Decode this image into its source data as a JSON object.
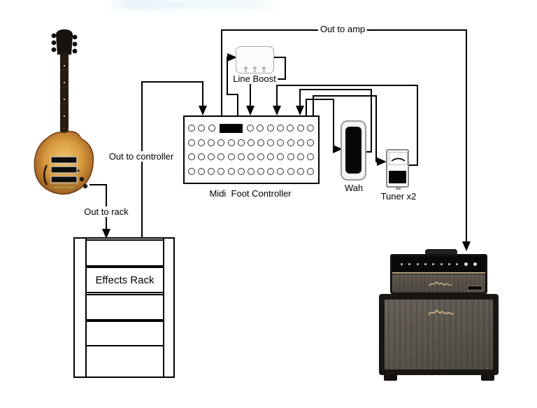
{
  "diagram": {
    "labels": {
      "out_to_amp": "Out to amp",
      "out_to_controller": "Out to controller",
      "out_to_rack": "Out to rack"
    },
    "nodes": {
      "guitar": {
        "kind": "electric-guitar"
      },
      "line_boost": {
        "label": "Line Boost",
        "knob_count": 3
      },
      "midi_controller": {
        "label": "Midi  Foot Controller",
        "rows": [
          {
            "dots_before": 3,
            "display": true,
            "dots_after": 7
          },
          {
            "dots": 13
          },
          {
            "dots": 13
          },
          {
            "dots": 13
          }
        ]
      },
      "wah": {
        "label": "Wah"
      },
      "tuner": {
        "label": "Tuner x2"
      },
      "effects_rack": {
        "label": "Effects Rack",
        "shelf_count": 4
      },
      "amp": {
        "kind": "amp-head-and-cabinet"
      }
    },
    "connections": [
      {
        "from": "guitar",
        "to": "effects_rack",
        "label": "Out to rack"
      },
      {
        "from": "effects_rack",
        "to": "midi_controller",
        "label": "Out to controller"
      },
      {
        "from": "midi_controller",
        "to": "line_boost",
        "label": ""
      },
      {
        "from": "line_boost",
        "to": "midi_controller",
        "label": ""
      },
      {
        "from": "midi_controller",
        "to": "wah",
        "label": ""
      },
      {
        "from": "wah",
        "to": "midi_controller",
        "label": ""
      },
      {
        "from": "midi_controller",
        "to": "tuner",
        "label": ""
      },
      {
        "from": "tuner",
        "to": "midi_controller",
        "label": ""
      },
      {
        "from": "midi_controller",
        "to": "amp",
        "label": "Out to amp"
      }
    ],
    "colors": {
      "wire": "#000000",
      "pedal_border": "#a8a8a8",
      "guitar_body": "#d89a3e",
      "amp_grille": "#938f87",
      "logo_gold": "#c9b287"
    }
  }
}
